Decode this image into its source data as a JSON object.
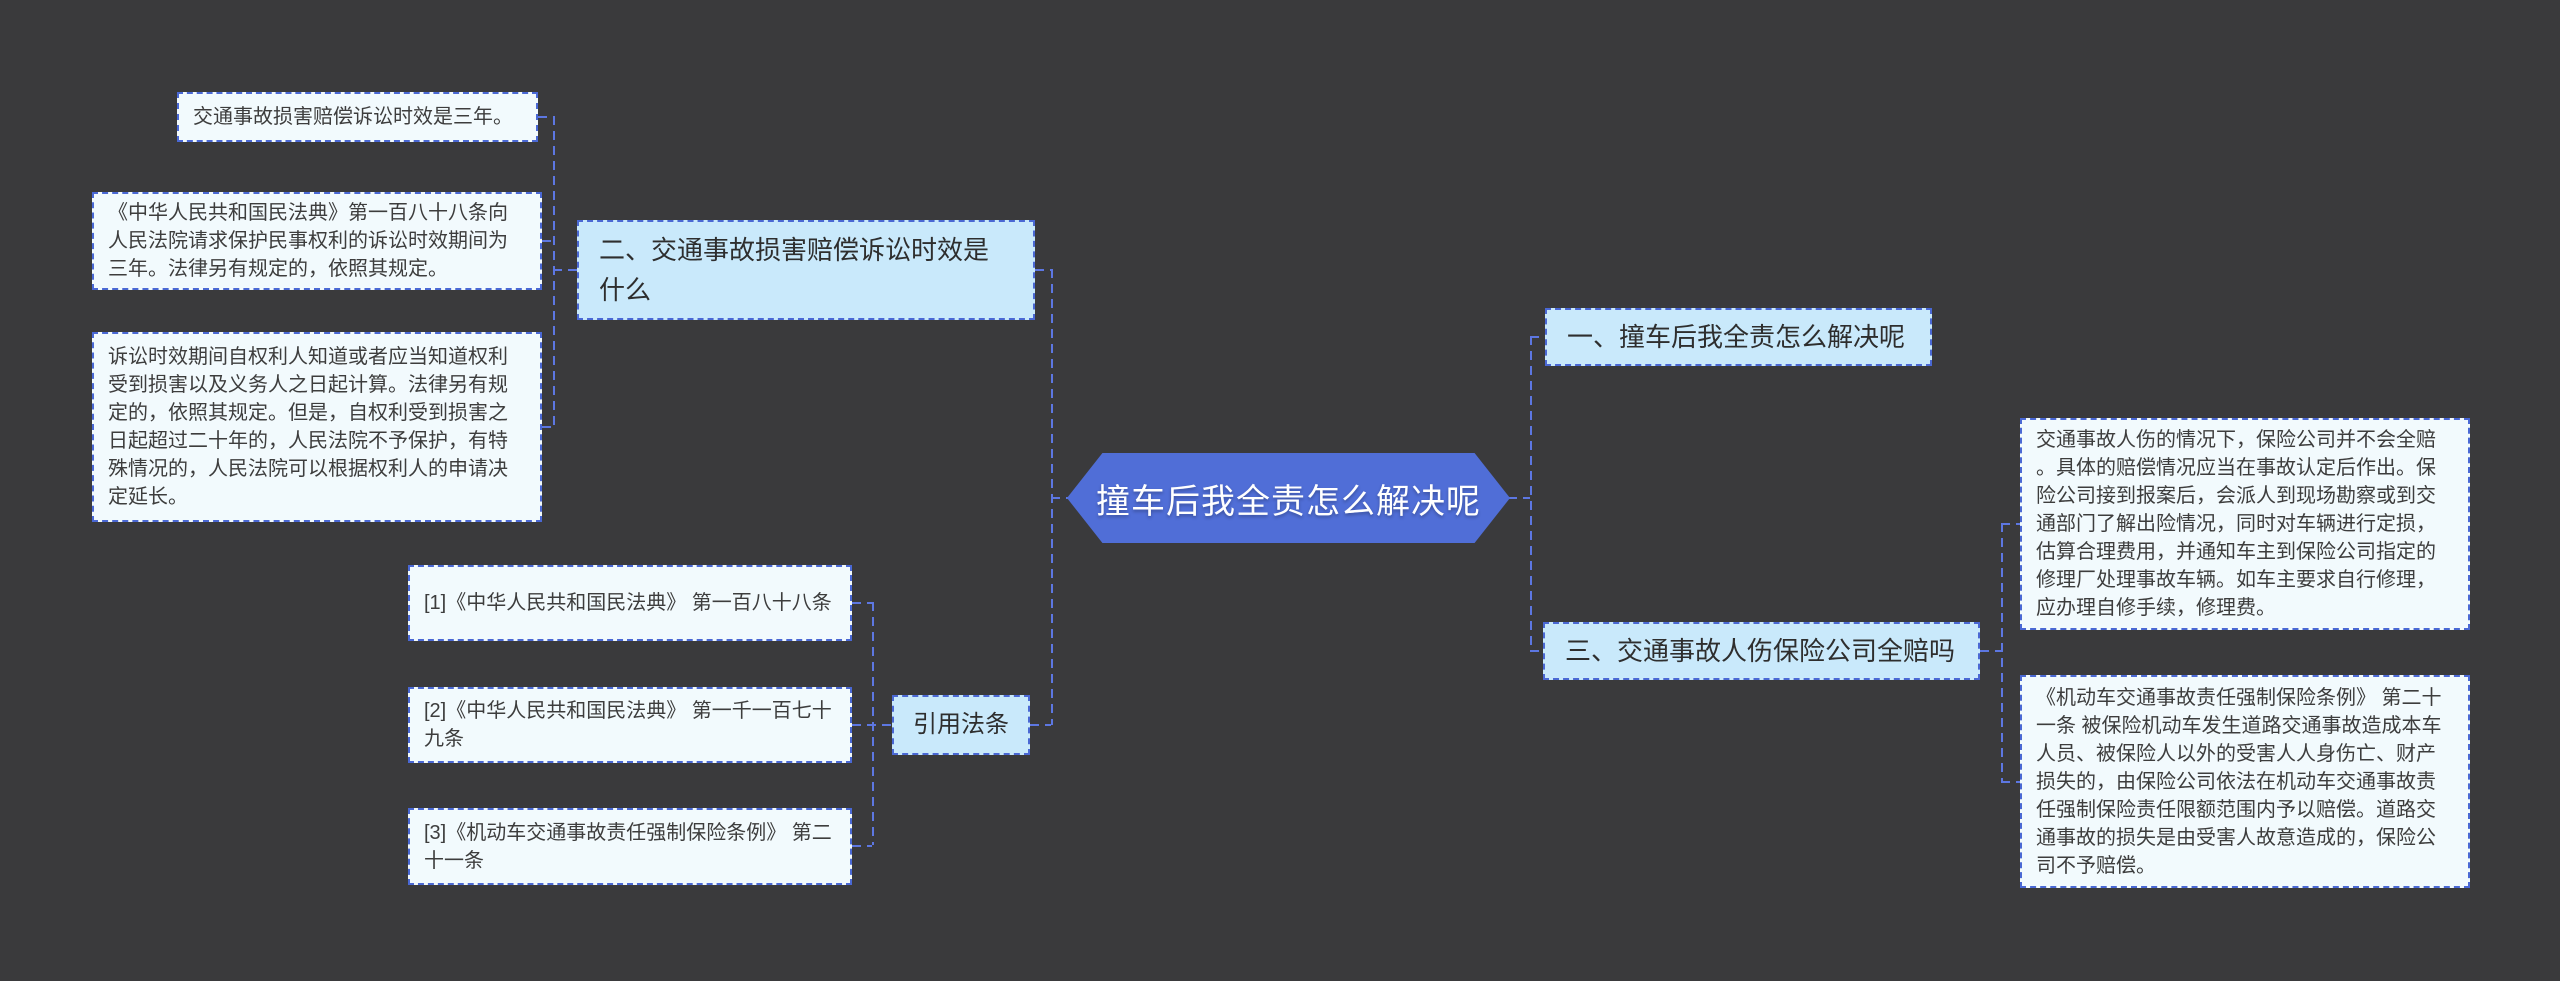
{
  "central": {
    "label": "撞车后我全责怎么解决呢"
  },
  "branch_one": {
    "topic": "一、撞车后我全责怎么解决呢",
    "detail": "交通事故人伤的情况下，保险公司并不会全赔。具体的赔偿情况应当在事故认定后作出。保险公司接到报案后，会派人到现场勘察或到交通部门了解出险情况，同时对车辆进行定损，估算合理费用，并通知车主到保险公司指定的修理厂处理事故车辆。如车主要求自行修理，应办理自修手续，修理费。"
  },
  "branch_two": {
    "topic": "二、交通事故损害赔偿诉讼时效是什么",
    "notes": [
      "交通事故损害赔偿诉讼时效是三年。",
      "《中华人民共和国民法典》第一百八十八条向人民法院请求保护民事权利的诉讼时效期间为三年。法律另有规定的，依照其规定。",
      "诉讼时效期间自权利人知道或者应当知道权利受到损害以及义务人之日起计算。法律另有规定的，依照其规定。但是，自权利受到损害之日起超过二十年的，人民法院不予保护，有特殊情况的，人民法院可以根据权利人的申请决定延长。"
    ]
  },
  "branch_three": {
    "topic": "三、交通事故人伤保险公司全赔吗",
    "detail": "《机动车交通事故责任强制保险条例》 第二十一条 被保险机动车发生道路交通事故造成本车人员、被保险人以外的受害人人身伤亡、财产损失的，由保险公司依法在机动车交通事故责任强制保险责任限额范围内予以赔偿。道路交通事故的损失是由受害人故意造成的，保险公司不予赔偿。"
  },
  "citations": {
    "topic": "引用法条",
    "items": [
      "[1]《中华人民共和国民法典》 第一百八十八条",
      "[2]《中华人民共和国民法典》 第一千一百七十九条",
      "[3]《机动车交通事故责任强制保险条例》 第二十一条"
    ]
  },
  "colors": {
    "background": "#3a3a3c",
    "connector": "#5d77e2",
    "border_blue": "#4a68d4",
    "note_fill": "#f2fafd",
    "topic_fill": "#c9e9fb",
    "central_fill": "#506ed7",
    "node_text": "#2e2e2e",
    "note_text": "#3d3d3d"
  }
}
